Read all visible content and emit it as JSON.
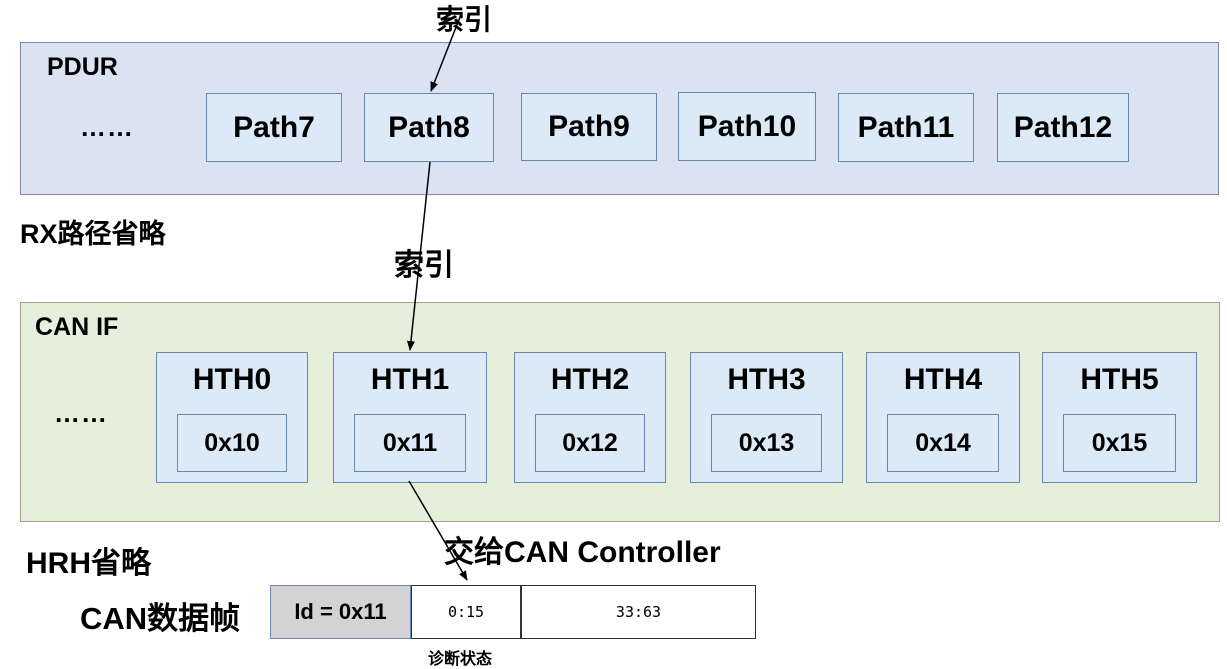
{
  "pdur": {
    "title": "PDUR",
    "ellipsis": "……",
    "paths": [
      "Path7",
      "Path8",
      "Path9",
      "Path10",
      "Path11",
      "Path12"
    ],
    "index_label": "索引"
  },
  "rx_note": "RX路径省略",
  "canif": {
    "title": "CAN IF",
    "ellipsis": "……",
    "index_label": "索引",
    "hths": [
      {
        "name": "HTH0",
        "id": "0x10"
      },
      {
        "name": "HTH1",
        "id": "0x11"
      },
      {
        "name": "HTH2",
        "id": "0x12"
      },
      {
        "name": "HTH3",
        "id": "0x13"
      },
      {
        "name": "HTH4",
        "id": "0x14"
      },
      {
        "name": "HTH5",
        "id": "0x15"
      }
    ]
  },
  "hrh_note": "HRH省略",
  "handover_label": "交给CAN Controller",
  "frame": {
    "title": "CAN数据帧",
    "id_cell": "Id = 0x11",
    "diag_cell": "0:15",
    "data_cell": "33:63",
    "diag_caption": "诊断状态"
  },
  "colors": {
    "pdur_bg": "#dbe3f2",
    "canif_bg": "#e6eedc",
    "box_bg": "#dce9f6",
    "id_cell_bg": "#d3d3d3"
  }
}
